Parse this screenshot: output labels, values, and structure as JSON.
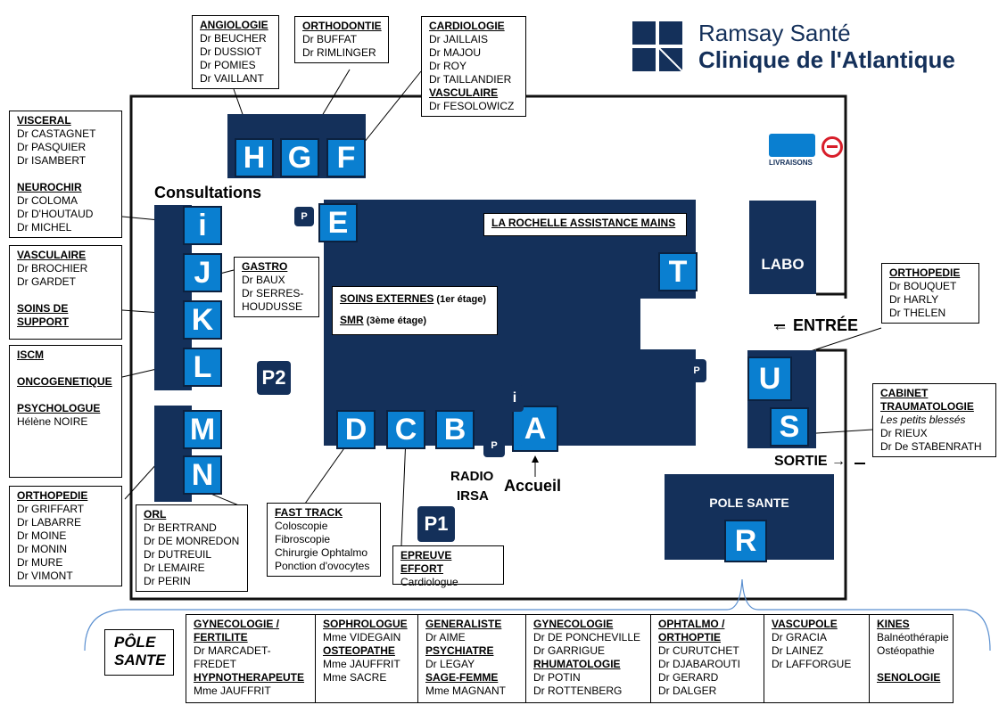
{
  "logo": {
    "brand": "Ramsay Santé",
    "site": "Clinique de l'Atlantique"
  },
  "labels": {
    "consultations": "Consultations",
    "entree": "← ENTRÉE",
    "sortie": "SORTIE →",
    "accueil": "Accueil",
    "radio": "RADIO",
    "irsa": "IRSA",
    "labo": "LABO",
    "pole_sante": "POLE SANTE",
    "livraisons": "LIVRAISONS",
    "p1": "P1",
    "p2": "P2"
  },
  "tiles": {
    "H": "H",
    "G": "G",
    "F": "F",
    "E": "E",
    "I": "i",
    "J": "J",
    "K": "K",
    "L": "L",
    "M": "M",
    "N": "N",
    "D": "D",
    "C": "C",
    "B": "B",
    "A": "A",
    "T": "T",
    "U": "U",
    "S": "S",
    "R": "R"
  },
  "boxes": {
    "angio": {
      "title": "ANGIOLOGIE",
      "items": [
        "Dr BEUCHER",
        "Dr DUSSIOT",
        "Dr POMIES",
        "Dr VAILLANT"
      ]
    },
    "ortho_d": {
      "title": "ORTHODONTIE",
      "items": [
        "Dr BUFFAT",
        "Dr RIMLINGER"
      ]
    },
    "cardio": {
      "title": "CARDIOLOGIE",
      "items": [
        "Dr JAILLAIS",
        "Dr MAJOU",
        "Dr ROY",
        "Dr TAILLANDIER"
      ],
      "title2": "VASCULAIRE",
      "items2": [
        "Dr FESOLOWICZ"
      ]
    },
    "visceral": {
      "title": "VISCERAL",
      "items": [
        "Dr CASTAGNET",
        "Dr PASQUIER",
        "Dr ISAMBERT"
      ],
      "title2": "NEUROCHIR",
      "items2": [
        "Dr COLOMA",
        "Dr D'HOUTAUD",
        "Dr MICHEL"
      ]
    },
    "vasc": {
      "title": "VASCULAIRE",
      "items": [
        "Dr BROCHIER",
        "Dr GARDET"
      ],
      "title2": "SOINS DE SUPPORT"
    },
    "gastro": {
      "title": "GASTRO",
      "items": [
        "Dr BAUX",
        "Dr SERRES-",
        "HOUDUSSE"
      ]
    },
    "iscm": {
      "t1": "ISCM",
      "t2": "ONCOGENETIQUE",
      "t3": "PSYCHOLOGUE",
      "items": [
        "Hélène NOIRE"
      ]
    },
    "orthop_l": {
      "title": "ORTHOPEDIE",
      "items": [
        "Dr GRIFFART",
        "Dr LABARRE",
        "Dr MOINE",
        "Dr MONIN",
        "Dr MURE",
        "Dr VIMONT"
      ]
    },
    "orl": {
      "title": "ORL",
      "items": [
        "Dr BERTRAND",
        "Dr DE MONREDON",
        "Dr DUTREUIL",
        "Dr LEMAIRE",
        "Dr PERIN"
      ]
    },
    "fast": {
      "title": "FAST TRACK",
      "items": [
        "Coloscopie",
        "Fibroscopie",
        "Chirurgie Ophtalmo",
        "Ponction d'ovocytes"
      ]
    },
    "effort": {
      "title": "EPREUVE EFFORT",
      "items": [
        "Cardiologue"
      ]
    },
    "soins": {
      "t1": "SOINS EXTERNES",
      "s1": " (1er étage)",
      "t2": "SMR",
      "s2": " (3ème étage)"
    },
    "mains": {
      "title": "LA ROCHELLE ASSISTANCE MAINS"
    },
    "orthop_r": {
      "title": "ORTHOPEDIE",
      "items": [
        "Dr BOUQUET",
        "Dr HARLY",
        "Dr THELEN"
      ]
    },
    "trauma": {
      "title": "CABINET TRAUMATOLOGIE",
      "sub": "Les petits blessés",
      "items": [
        "Dr RIEUX",
        "Dr De STABENRATH"
      ]
    }
  },
  "pole": {
    "label1": "PÔLE",
    "label2": "SANTE",
    "columns": [
      [
        {
          "h": "GYNECOLOGIE / FERTILITE"
        },
        {
          "t": "Dr MARCADET-FREDET"
        },
        {
          "h": "HYPNOTHERAPEUTE"
        },
        {
          "t": "Mme JAUFFRIT"
        }
      ],
      [
        {
          "h": "SOPHROLOGUE"
        },
        {
          "t": "Mme VIDEGAIN"
        },
        {
          "h": "OSTEOPATHE"
        },
        {
          "t": "Mme JAUFFRIT"
        },
        {
          "t": "Mme SACRE"
        }
      ],
      [
        {
          "h": "GENERALISTE"
        },
        {
          "t": "Dr AIME"
        },
        {
          "h": "PSYCHIATRE"
        },
        {
          "t": "Dr LEGAY"
        },
        {
          "h": "SAGE-FEMME"
        },
        {
          "t": "Mme MAGNANT"
        }
      ],
      [
        {
          "h": "GYNECOLOGIE"
        },
        {
          "t": "Dr DE PONCHEVILLE"
        },
        {
          "t": "Dr GARRIGUE"
        },
        {
          "h": "RHUMATOLOGIE"
        },
        {
          "t": "Dr POTIN"
        },
        {
          "t": "Dr ROTTENBERG"
        }
      ],
      [
        {
          "h": "OPHTALMO / ORTHOPTIE"
        },
        {
          "t": "Dr CURUTCHET"
        },
        {
          "t": "Dr DJABAROUTI"
        },
        {
          "t": "Dr GERARD"
        },
        {
          "t": "Dr DALGER"
        }
      ],
      [
        {
          "h": "VASCUPOLE"
        },
        {
          "t": "Dr GRACIA"
        },
        {
          "t": "Dr LAINEZ"
        },
        {
          "t": "Dr LAFFORGUE"
        }
      ],
      [
        {
          "h": "KINES"
        },
        {
          "t": "Balnéothérapie"
        },
        {
          "t": "Ostéopathie"
        },
        {
          "t": " "
        },
        {
          "h": "SENOLOGIE"
        }
      ]
    ]
  }
}
